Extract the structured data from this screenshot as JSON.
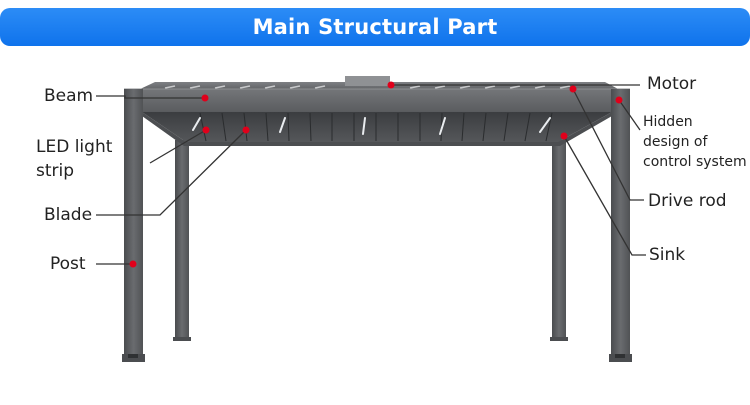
{
  "title": "Main Structural Part",
  "labels": {
    "beam": "Beam",
    "led_line1": "LED light",
    "led_line2": "strip",
    "blade": "Blade",
    "post": "Post",
    "motor": "Motor",
    "hidden_line1": "Hidden",
    "hidden_line2": "design of",
    "hidden_line3": "control system",
    "drive_rod": "Drive rod",
    "sink": "Sink"
  },
  "colors": {
    "banner": "#1a7ff0",
    "frame": "#5b5d60",
    "frame_dark": "#3f4144",
    "frame_light": "#76787b",
    "marker": "#e0001b",
    "leader": "#333333"
  }
}
